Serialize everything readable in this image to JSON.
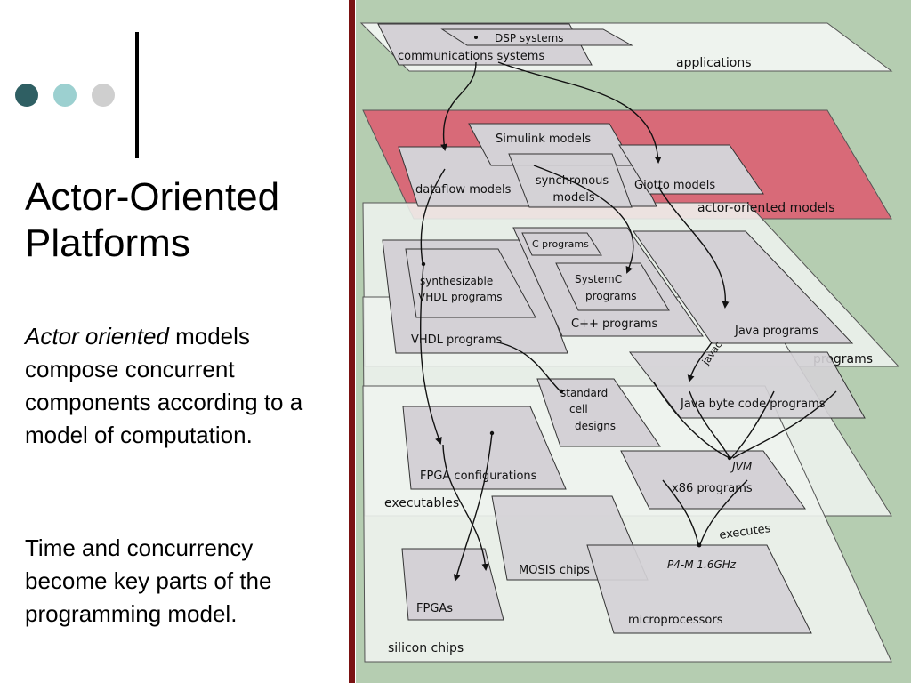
{
  "colors": {
    "dot_dark": "#2f5f63",
    "dot_mid": "#9cd0d0",
    "dot_light": "#cfcfcf",
    "accent_bar": "#000000",
    "divider": "#7a1212",
    "diagram_bg": "#b5cdb1",
    "layer_fill": "#eef3ee",
    "actor_layer_fill": "#d86a78",
    "box_fill": "#d4d1d6",
    "box_stroke": "#333333",
    "arrow": "#111111"
  },
  "slide": {
    "title": "Actor-Oriented Platforms",
    "para1_em": "Actor oriented",
    "para1_rest": " models compose concurrent components according to a model of computation.",
    "para2": "Time and concurrency become key parts of the programming model."
  },
  "diagram": {
    "layers": {
      "applications": "applications",
      "actor_models": "actor-oriented models",
      "programs": "programs",
      "executables": "executables",
      "silicon_chips": "silicon chips"
    },
    "boxes": {
      "dsp_systems": "DSP systems",
      "communications_systems": "communications systems",
      "simulink_models": "Simulink models",
      "dataflow_models": "dataflow models",
      "synchronous_line1": "synchronous",
      "synchronous_line2": "models",
      "giotto_models": "Giotto models",
      "c_programs": "C programs",
      "synth_vhdl_line1": "synthesizable",
      "synth_vhdl_line2": "VHDL programs",
      "systemc_line1": "SystemC",
      "systemc_line2": "programs",
      "cpp_programs": "C++ programs",
      "vhdl_programs": "VHDL programs",
      "java_programs": "Java programs",
      "java_byte_code": "Java byte code programs",
      "std_cell_line1": "standard",
      "std_cell_line2": "cell",
      "std_cell_line3": "designs",
      "fpga_configurations": "FPGA configurations",
      "x86_programs": "x86 programs",
      "mosis_chips": "MOSIS chips",
      "p4m": "P4-M 1.6GHz",
      "fpgas": "FPGAs",
      "microprocessors": "microprocessors"
    },
    "labels": {
      "javac": "javac",
      "jvm": "JVM",
      "executes": "executes"
    }
  }
}
